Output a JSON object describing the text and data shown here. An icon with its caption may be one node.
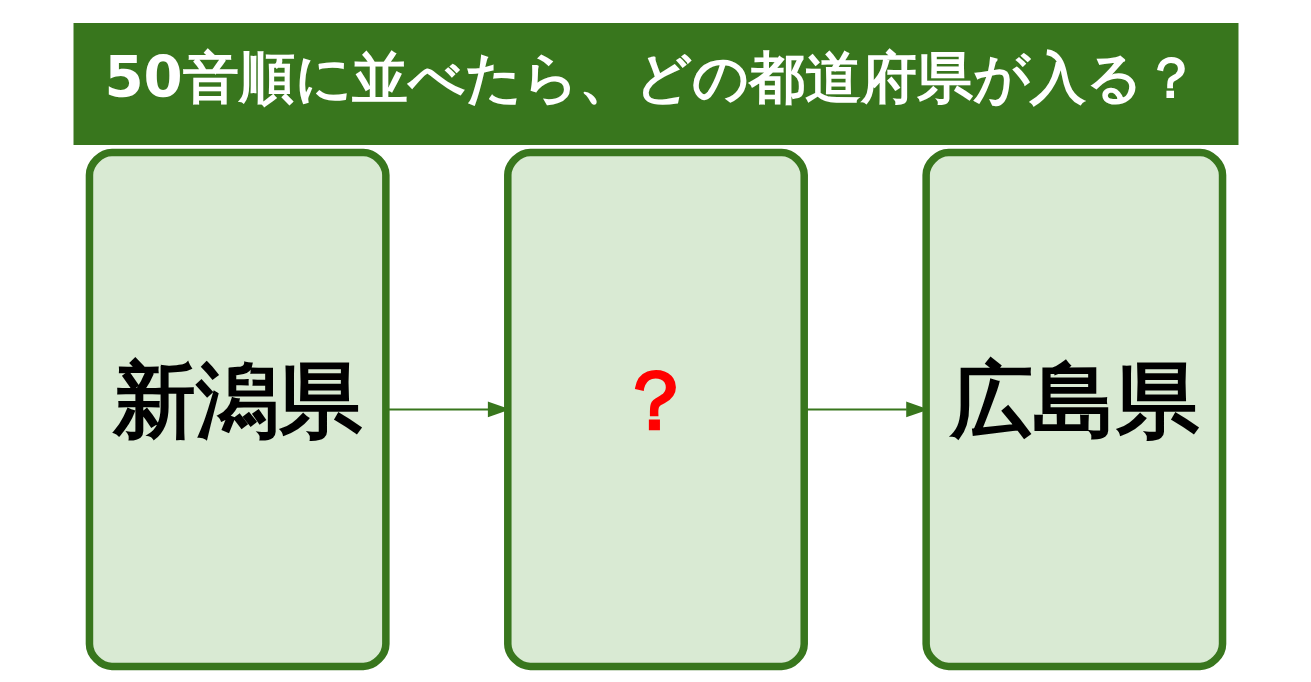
{
  "diagram": {
    "title": "50音順に並べたら、どの都道府県が入る？",
    "nodes": [
      {
        "text": [
          "新潟県"
        ]
      },
      {
        "text": [
          "？"
        ]
      },
      {
        "text": [
          "広島県"
        ]
      }
    ],
    "edges": [
      {
        "from": 0,
        "to": 1,
        "arrow": "to"
      },
      {
        "from": 1,
        "to": 2,
        "arrow": "to"
      }
    ]
  }
}
